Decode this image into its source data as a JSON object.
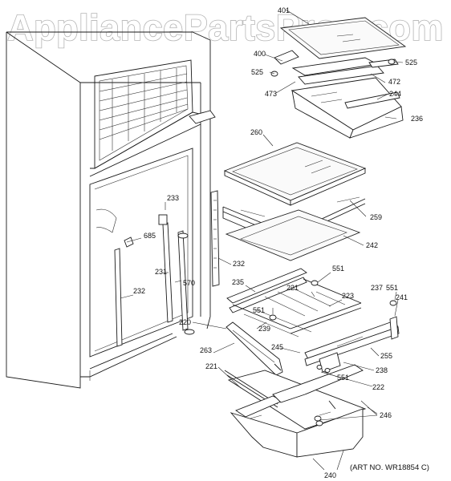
{
  "watermark": "AppliancePartsPros.com",
  "art_note": "(ART NO. WR18854 C)",
  "part_labels": [
    {
      "text": "401"
    },
    {
      "text": "400"
    },
    {
      "text": "525"
    },
    {
      "text": "525"
    },
    {
      "text": "472"
    },
    {
      "text": "473"
    },
    {
      "text": "244"
    },
    {
      "text": "236"
    },
    {
      "text": "260"
    },
    {
      "text": "233"
    },
    {
      "text": "259"
    },
    {
      "text": "685"
    },
    {
      "text": "242"
    },
    {
      "text": "231"
    },
    {
      "text": "570"
    },
    {
      "text": "232"
    },
    {
      "text": "232"
    },
    {
      "text": "551"
    },
    {
      "text": "235"
    },
    {
      "text": "221"
    },
    {
      "text": "237"
    },
    {
      "text": "551"
    },
    {
      "text": "223"
    },
    {
      "text": "241"
    },
    {
      "text": "551"
    },
    {
      "text": "239"
    },
    {
      "text": "220"
    },
    {
      "text": "245"
    },
    {
      "text": "255"
    },
    {
      "text": "263"
    },
    {
      "text": "238"
    },
    {
      "text": "551"
    },
    {
      "text": "221"
    },
    {
      "text": "222"
    },
    {
      "text": "246"
    },
    {
      "text": "240"
    }
  ]
}
